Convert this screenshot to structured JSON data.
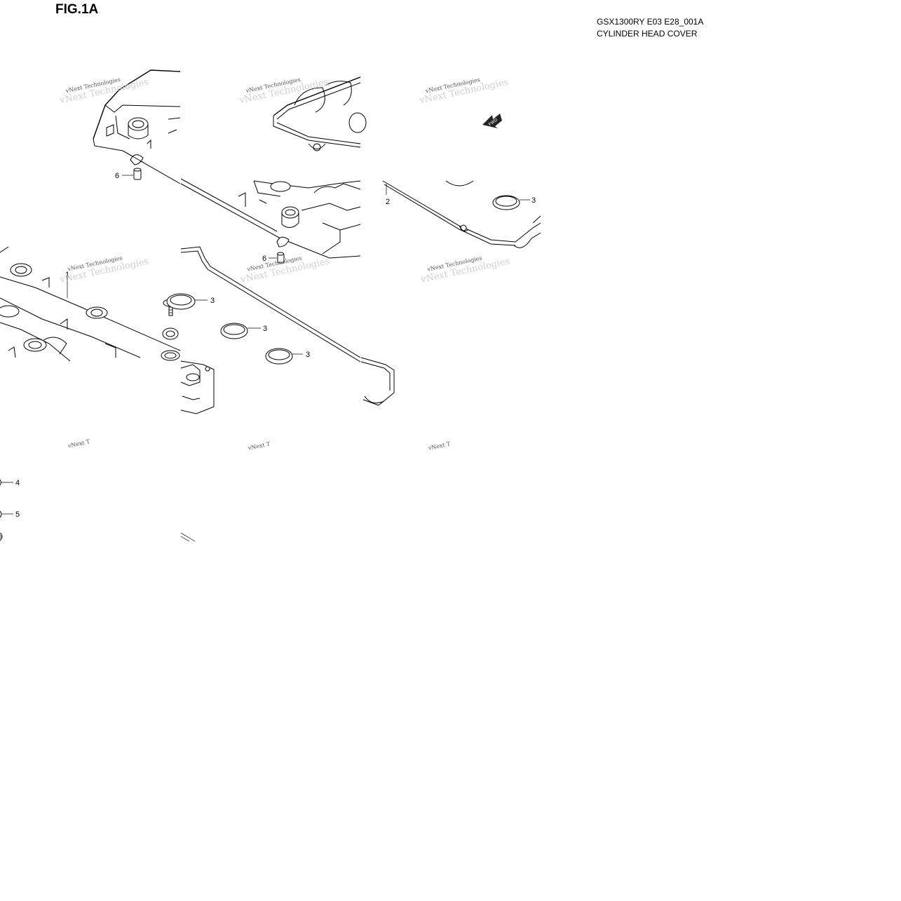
{
  "figure": {
    "label": "FIG.1A",
    "model_code": "GSX1300RY E03 E28_001A",
    "diagram_name": "CYLINDER HEAD COVER"
  },
  "callouts": [
    "1",
    "2",
    "3",
    "4",
    "5",
    "6"
  ],
  "fwd_label": "FWD",
  "watermark": "vNext Technologies",
  "watermark_partial": "vNext T"
}
